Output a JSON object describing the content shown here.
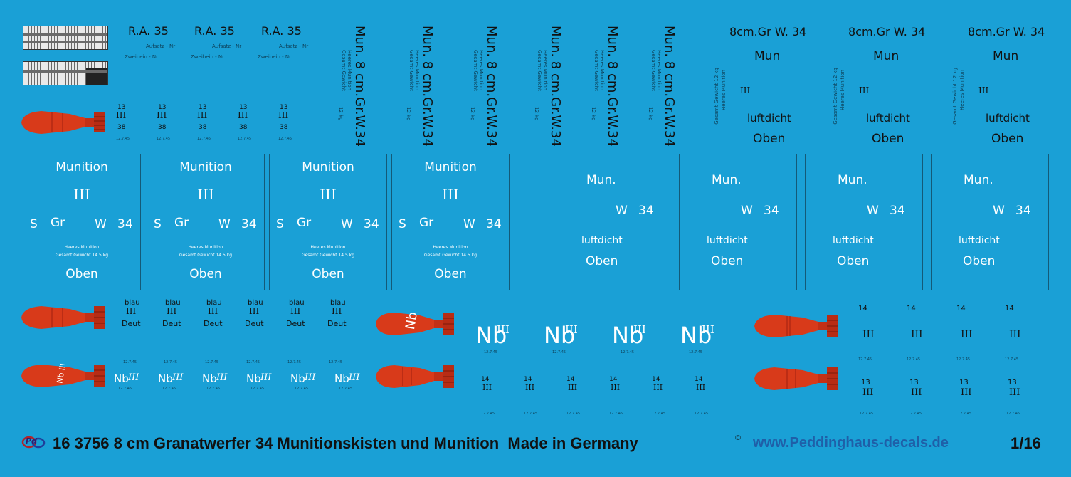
{
  "colors": {
    "background": "#1aa0d6",
    "shell": "#d83a1a",
    "shell_band": "#a02010",
    "footer_url": "#1f5fa8"
  },
  "ra": {
    "label": "R.A. 35",
    "line1": "Aufsatz - Nr",
    "line2": "Zweibein - Nr"
  },
  "mun_vertical": {
    "main": "Mun. 8 cm.Gr.W.34",
    "sub1": "Heeres Munition",
    "sub2": "Gesamt Gewicht",
    "weight": "12 kg"
  },
  "gr_labels": {
    "top": "8cm.Gr W. 34",
    "mun": "Mun",
    "small1": "Heeres Munition",
    "small2": "Gesamt Gewicht 12 kg",
    "roman": "III",
    "luft": "luftdicht",
    "oben": "Oben"
  },
  "fuze_marks": {
    "top": "13",
    "roman": "III",
    "bottom": "38",
    "tiny": "12.7.45"
  },
  "box_a": {
    "title": "Munition",
    "roman": "III",
    "s": "S",
    "gr": "Gr",
    "w": "W",
    "num": "34",
    "line1": "Heeres  Munition",
    "line2": "Gesamt  Gewicht    14.5 kg",
    "oben": "Oben"
  },
  "box_b": {
    "title": "Mun.",
    "w": "W",
    "num": "34",
    "luft": "luftdicht",
    "oben": "Oben"
  },
  "blau": {
    "top": "blau",
    "roman": "III",
    "bottom": "Deut",
    "tiny": "12.7.45"
  },
  "nbsmall": {
    "nb": "Nb",
    "roman": "III",
    "tiny": "12.7.45"
  },
  "nbbig": {
    "nb": "Nb",
    "roman": "III",
    "tiny": "12.7.45"
  },
  "shell_nb": {
    "nb": "Nb",
    "nb_roman": "Nb III"
  },
  "small14": {
    "num": "14",
    "roman": "III",
    "tiny": "12.7.45"
  },
  "right_marks": {
    "num14": "14",
    "roman": "III",
    "num13": "13",
    "tiny": "12.7.45"
  },
  "footer": {
    "logo": "Pd",
    "code": "16 3756 8 cm Granatwerfer 34 Munitionskisten und Munition  Made in Germany",
    "copyright": "©",
    "url": "www.Peddinghaus-decals.de",
    "scale": "1/16"
  }
}
